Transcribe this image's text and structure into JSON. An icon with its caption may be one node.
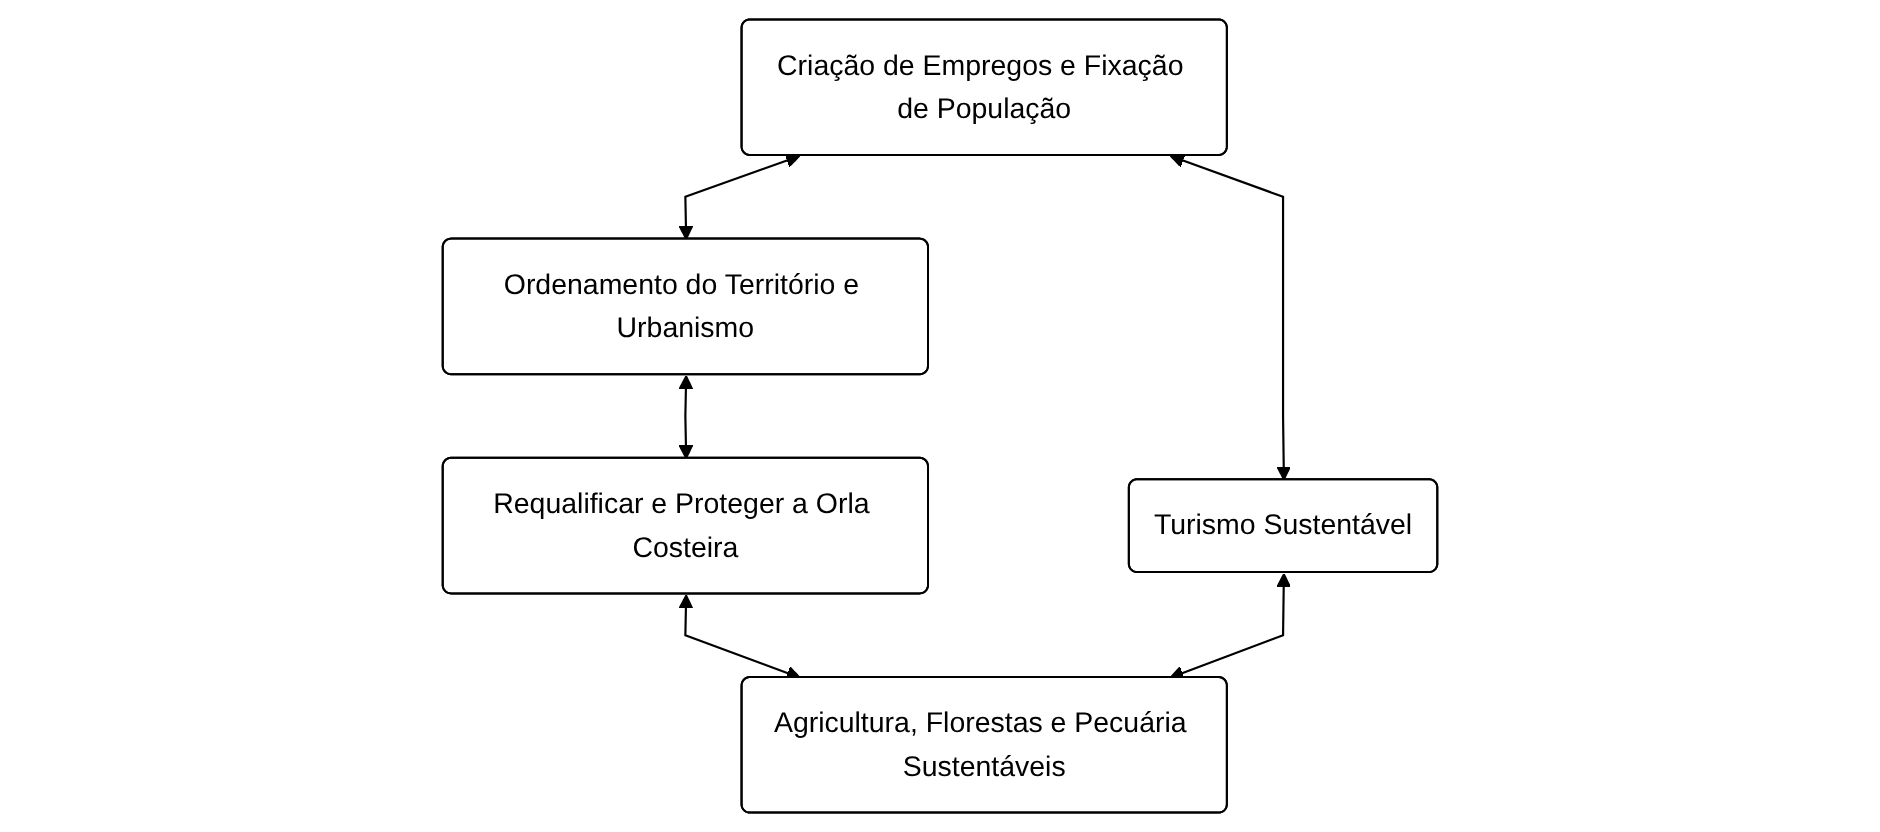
{
  "diagram": {
    "nodes": [
      {
        "text": [
          "Ordenamento do Território e Urbanismo"
        ]
      },
      {
        "text": [
          "Criação de Empregos e Fixação de População"
        ]
      },
      {
        "text": [
          "Requalificar e Proteger a Orla Costeira"
        ]
      },
      {
        "text": [
          "Turismo Sustentável"
        ]
      },
      {
        "text": [
          "Agricultura, Florestas e Pecuária Sustentáveis"
        ]
      }
    ],
    "edges": [
      {
        "from": 1,
        "to": 0,
        "arrow": "both"
      },
      {
        "from": 0,
        "to": 2,
        "arrow": "both"
      },
      {
        "from": 2,
        "to": 4,
        "arrow": "both"
      },
      {
        "from": 1,
        "to": 3,
        "arrow": "both"
      },
      {
        "from": 3,
        "to": 4,
        "arrow": "both"
      }
    ]
  }
}
